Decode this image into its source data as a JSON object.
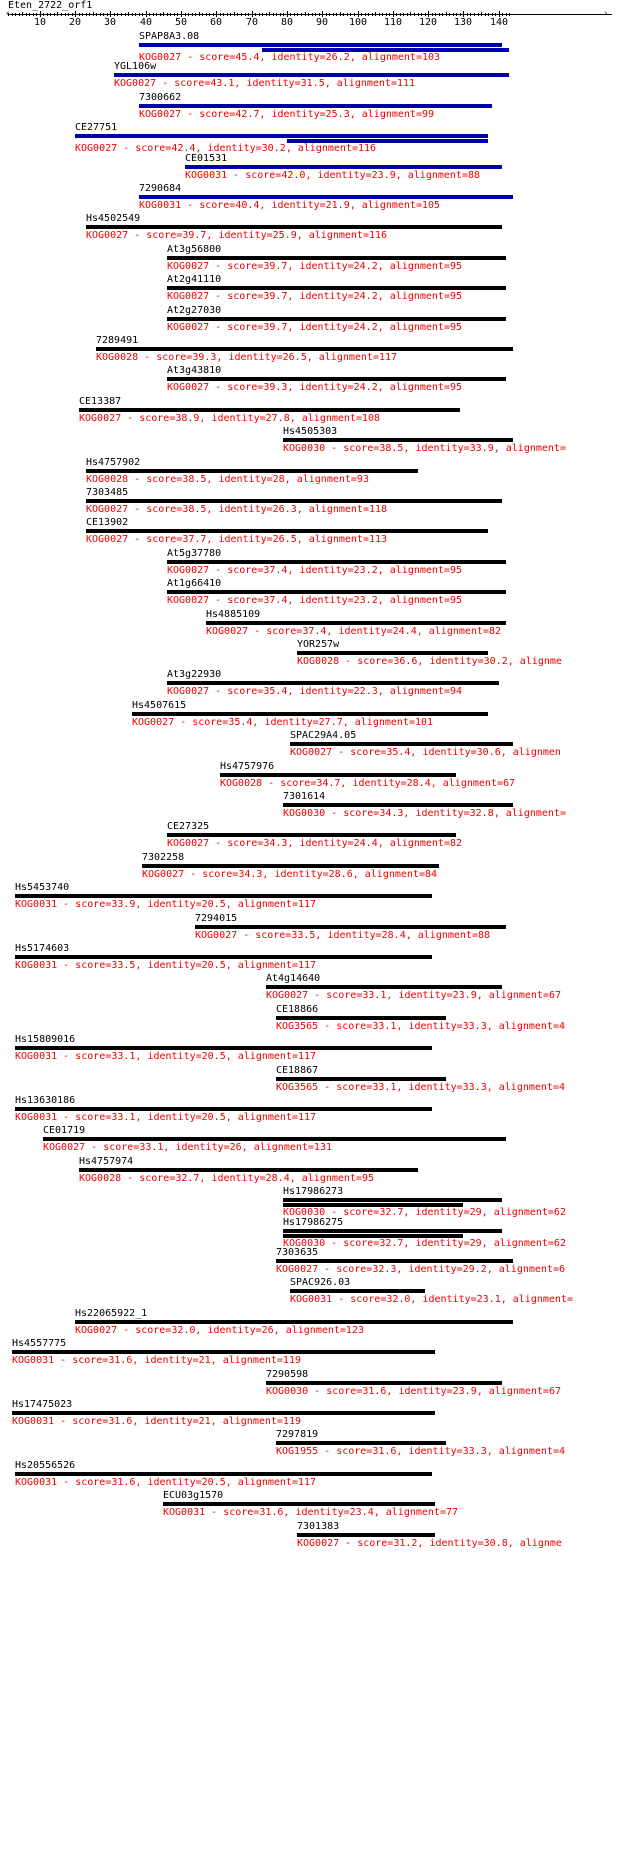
{
  "query": "Eten_2722_orf1",
  "axis": {
    "min": 1,
    "max": 143,
    "ticks": [
      10,
      20,
      30,
      40,
      50,
      60,
      70,
      80,
      90,
      100,
      110,
      120,
      130,
      140
    ]
  },
  "colors": {
    "blue": "#0000aa",
    "black": "#000000",
    "desc": "#ee0000"
  },
  "hits": [
    {
      "name": "SPAP8A3.08",
      "desc": "KOG0027 - score=45.4, identity=26.2, alignment=103",
      "color": "blue",
      "segments": [
        [
          38,
          141
        ],
        [
          73,
          143
        ]
      ]
    },
    {
      "name": "YGL106w",
      "desc": "KOG0027 - score=43.1, identity=31.5, alignment=111",
      "color": "blue",
      "segments": [
        [
          31,
          143
        ]
      ]
    },
    {
      "name": "7300662",
      "desc": "KOG0027 - score=42.7, identity=25.3, alignment=99",
      "color": "blue",
      "segments": [
        [
          38,
          138
        ]
      ]
    },
    {
      "name": "CE27751",
      "desc": "KOG0027 - score=42.4, identity=30.2, alignment=116",
      "color": "blue",
      "segments": [
        [
          20,
          137
        ],
        [
          80,
          137
        ]
      ]
    },
    {
      "name": "CE01531",
      "desc": "KOG0031 - score=42.0, identity=23.9, alignment=88",
      "color": "blue",
      "segments": [
        [
          51,
          141
        ]
      ]
    },
    {
      "name": "7290684",
      "desc": "KOG0031 - score=40.4, identity=21.9, alignment=105",
      "color": "blue",
      "segments": [
        [
          38,
          144
        ]
      ]
    },
    {
      "name": "Hs4502549",
      "desc": "KOG0027 - score=39.7, identity=25.9, alignment=116",
      "color": "black",
      "segments": [
        [
          23,
          141
        ]
      ]
    },
    {
      "name": "At3g56800",
      "desc": "KOG0027 - score=39.7, identity=24.2, alignment=95",
      "color": "black",
      "segments": [
        [
          46,
          142
        ]
      ]
    },
    {
      "name": "At2g41110",
      "desc": "KOG0027 - score=39.7, identity=24.2, alignment=95",
      "color": "black",
      "segments": [
        [
          46,
          142
        ]
      ]
    },
    {
      "name": "At2g27030",
      "desc": "KOG0027 - score=39.7, identity=24.2, alignment=95",
      "color": "black",
      "segments": [
        [
          46,
          142
        ]
      ]
    },
    {
      "name": "7289491",
      "desc": "KOG0028 - score=39.3, identity=26.5, alignment=117",
      "color": "black",
      "segments": [
        [
          26,
          144
        ]
      ]
    },
    {
      "name": "At3g43810",
      "desc": "KOG0027 - score=39.3, identity=24.2, alignment=95",
      "color": "black",
      "segments": [
        [
          46,
          142
        ]
      ]
    },
    {
      "name": "CE13387",
      "desc": "KOG0027 - score=38.9, identity=27.8, alignment=108",
      "color": "black",
      "segments": [
        [
          21,
          129
        ]
      ]
    },
    {
      "name": "Hs4505303",
      "desc": "KOG0030 - score=38.5, identity=33.9, alignment=",
      "color": "black",
      "segments": [
        [
          79,
          144
        ]
      ]
    },
    {
      "name": "Hs4757902",
      "desc": "KOG0028 - score=38.5, identity=28, alignment=93",
      "color": "black",
      "segments": [
        [
          23,
          117
        ]
      ]
    },
    {
      "name": "7303485",
      "desc": "KOG0027 - score=38.5, identity=26.3, alignment=118",
      "color": "black",
      "segments": [
        [
          23,
          141
        ]
      ]
    },
    {
      "name": "CE13902",
      "desc": "KOG0027 - score=37.7, identity=26.5, alignment=113",
      "color": "black",
      "segments": [
        [
          23,
          137
        ]
      ]
    },
    {
      "name": "At5g37780",
      "desc": "KOG0027 - score=37.4, identity=23.2, alignment=95",
      "color": "black",
      "segments": [
        [
          46,
          142
        ]
      ]
    },
    {
      "name": "At1g66410",
      "desc": "KOG0027 - score=37.4, identity=23.2, alignment=95",
      "color": "black",
      "segments": [
        [
          46,
          142
        ]
      ]
    },
    {
      "name": "Hs4885109",
      "desc": "KOG0027 - score=37.4, identity=24.4, alignment=82",
      "color": "black",
      "segments": [
        [
          57,
          142
        ]
      ]
    },
    {
      "name": "YOR257w",
      "desc": "KOG0028 - score=36.6, identity=30.2, alignme",
      "color": "black",
      "segments": [
        [
          83,
          137
        ]
      ]
    },
    {
      "name": "At3g22930",
      "desc": "KOG0027 - score=35.4, identity=22.3, alignment=94",
      "color": "black",
      "segments": [
        [
          46,
          140
        ]
      ]
    },
    {
      "name": "Hs4507615",
      "desc": "KOG0027 - score=35.4, identity=27.7, alignment=101",
      "color": "black",
      "segments": [
        [
          36,
          137
        ]
      ]
    },
    {
      "name": "SPAC29A4.05",
      "desc": "KOG0027 - score=35.4, identity=30.6, alignmen",
      "color": "black",
      "segments": [
        [
          81,
          144
        ]
      ]
    },
    {
      "name": "Hs4757976",
      "desc": "KOG0028 - score=34.7, identity=28.4, alignment=67",
      "color": "black",
      "segments": [
        [
          61,
          128
        ]
      ]
    },
    {
      "name": "7301614",
      "desc": "KOG0030 - score=34.3, identity=32.8, alignment=",
      "color": "black",
      "segments": [
        [
          79,
          144
        ]
      ]
    },
    {
      "name": "CE27325",
      "desc": "KOG0027 - score=34.3, identity=24.4, alignment=82",
      "color": "black",
      "segments": [
        [
          46,
          128
        ]
      ]
    },
    {
      "name": "7302258",
      "desc": "KOG0027 - score=34.3, identity=28.6, alignment=84",
      "color": "black",
      "segments": [
        [
          39,
          123
        ]
      ]
    },
    {
      "name": "Hs5453740",
      "desc": "KOG0031 - score=33.9, identity=20.5, alignment=117",
      "color": "black",
      "segments": [
        [
          3,
          121
        ]
      ]
    },
    {
      "name": "7294015",
      "desc": "KOG0027 - score=33.5, identity=28.4, alignment=88",
      "color": "black",
      "segments": [
        [
          54,
          142
        ]
      ]
    },
    {
      "name": "Hs5174603",
      "desc": "KOG0031 - score=33.5, identity=20.5, alignment=117",
      "color": "black",
      "segments": [
        [
          3,
          121
        ]
      ]
    },
    {
      "name": "At4g14640",
      "desc": "KOG0027 - score=33.1, identity=23.9, alignment=67",
      "color": "black",
      "segments": [
        [
          74,
          141
        ]
      ]
    },
    {
      "name": "CE18866",
      "desc": "KOG3565 - score=33.1, identity=33.3, alignment=4",
      "color": "black",
      "segments": [
        [
          77,
          125
        ]
      ]
    },
    {
      "name": "Hs15809016",
      "desc": "KOG0031 - score=33.1, identity=20.5, alignment=117",
      "color": "black",
      "segments": [
        [
          3,
          121
        ]
      ]
    },
    {
      "name": "CE18867",
      "desc": "KOG3565 - score=33.1, identity=33.3, alignment=4",
      "color": "black",
      "segments": [
        [
          77,
          125
        ]
      ]
    },
    {
      "name": "Hs13630186",
      "desc": "KOG0031 - score=33.1, identity=20.5, alignment=117",
      "color": "black",
      "segments": [
        [
          3,
          121
        ]
      ]
    },
    {
      "name": "CE01719",
      "desc": "KOG0027 - score=33.1, identity=26, alignment=131",
      "color": "black",
      "segments": [
        [
          11,
          142
        ]
      ]
    },
    {
      "name": "Hs4757974",
      "desc": "KOG0028 - score=32.7, identity=28.4, alignment=95",
      "color": "black",
      "segments": [
        [
          21,
          117
        ]
      ]
    },
    {
      "name": "Hs17986273",
      "desc": "KOG0030 - score=32.7, identity=29, alignment=62",
      "color": "black",
      "segments": [
        [
          79,
          141
        ],
        [
          79,
          130
        ]
      ]
    },
    {
      "name": "Hs17986275",
      "desc": "KOG0030 - score=32.7, identity=29, alignment=62",
      "color": "black",
      "segments": [
        [
          79,
          141
        ],
        [
          79,
          130
        ]
      ]
    },
    {
      "name": "7303635",
      "desc": "KOG0027 - score=32.3, identity=29.2, alignment=6",
      "color": "black",
      "segments": [
        [
          77,
          144
        ]
      ]
    },
    {
      "name": "SPAC926.03",
      "desc": "KOG0031 - score=32.0, identity=23.1, alignment=",
      "color": "black",
      "segments": [
        [
          81,
          119
        ]
      ]
    },
    {
      "name": "Hs22065922_1",
      "desc": "KOG0027 - score=32.0, identity=26, alignment=123",
      "color": "black",
      "segments": [
        [
          20,
          144
        ]
      ]
    },
    {
      "name": "Hs4557775",
      "desc": "KOG0031 - score=31.6, identity=21, alignment=119",
      "color": "black",
      "segments": [
        [
          2,
          122
        ]
      ]
    },
    {
      "name": "7290598",
      "desc": "KOG0030 - score=31.6, identity=23.9, alignment=67",
      "color": "black",
      "segments": [
        [
          74,
          141
        ]
      ]
    },
    {
      "name": "Hs17475023",
      "desc": "KOG0031 - score=31.6, identity=21, alignment=119",
      "color": "black",
      "segments": [
        [
          2,
          122
        ]
      ]
    },
    {
      "name": "7297819",
      "desc": "KOG1955 - score=31.6, identity=33.3, alignment=4",
      "color": "black",
      "segments": [
        [
          77,
          125
        ]
      ]
    },
    {
      "name": "Hs20556526",
      "desc": "KOG0031 - score=31.6, identity=20.5, alignment=117",
      "color": "black",
      "segments": [
        [
          3,
          121
        ]
      ]
    },
    {
      "name": "ECU03g1570",
      "desc": "KOG0031 - score=31.6, identity=23.4, alignment=77",
      "color": "black",
      "segments": [
        [
          45,
          122
        ]
      ]
    },
    {
      "name": "7301383",
      "desc": "KOG0027 - score=31.2, identity=30.8, alignme",
      "color": "black",
      "segments": [
        [
          83,
          122
        ]
      ]
    }
  ]
}
